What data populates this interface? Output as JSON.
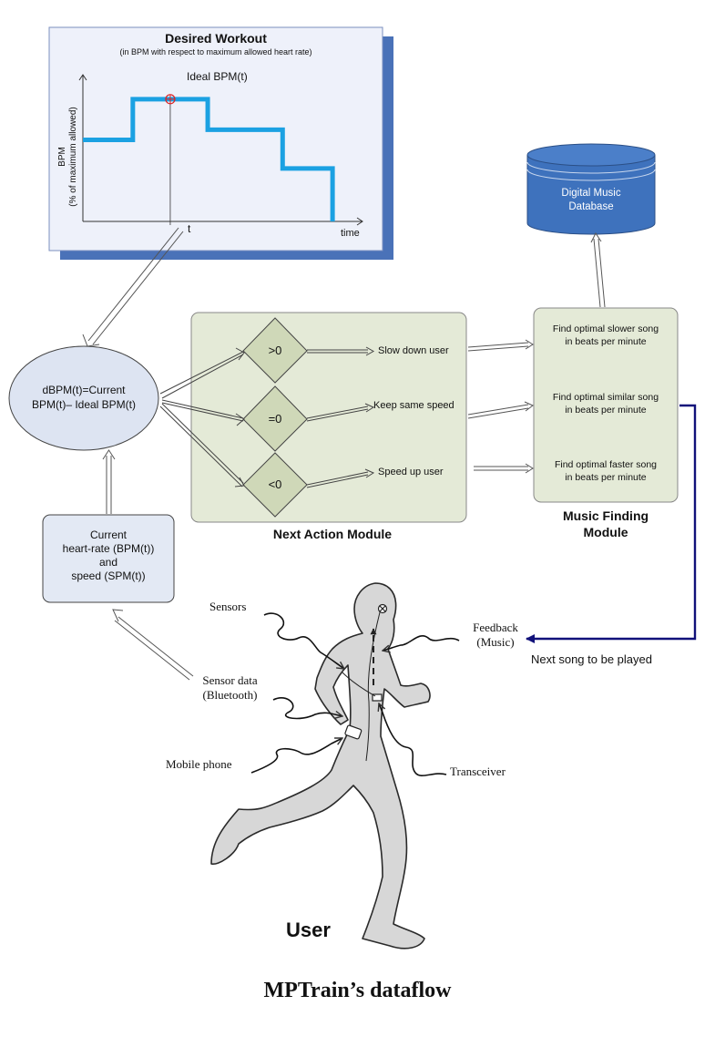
{
  "workout": {
    "title": "Desired Workout",
    "subtitle": "(in BPM with respect to maximum allowed heart rate)",
    "ylabel_line1": "BPM",
    "ylabel_line2": "(% of maximum allowed)",
    "xlabel": "time",
    "t_label": "t",
    "ideal_label": "Ideal BPM(t)"
  },
  "chart_data": {
    "type": "line",
    "title": "Desired Workout",
    "subtitle": "(in BPM with respect to maximum allowed heart rate)",
    "xlabel": "time",
    "ylabel": "BPM (% of maximum allowed)",
    "series": [
      {
        "name": "Ideal BPM(t)",
        "x": [
          0,
          1,
          1,
          2.5,
          2.5,
          4,
          4,
          5,
          5
        ],
        "y": [
          2,
          2,
          3,
          3,
          2.25,
          2.25,
          1.3,
          1.3,
          0
        ]
      }
    ],
    "xlim": [
      0,
      5.6
    ],
    "ylim": [
      0,
      3.6
    ],
    "grid": false,
    "annotations": [
      "Ideal BPM(t)",
      "t"
    ]
  },
  "dbpm": {
    "line1": "dBPM(t)=Current",
    "line2": "BPM(t)– Ideal BPM(t)"
  },
  "current": {
    "line1": "Current",
    "line2": "heart-rate (BPM(t))",
    "line3": "and",
    "line4": "speed (SPM(t))"
  },
  "next_action": {
    "title": "Next Action Module",
    "conditions": [
      ">0",
      "=0",
      "<0"
    ],
    "actions": [
      "Slow down user",
      "Keep same speed",
      "Speed up user"
    ]
  },
  "music": {
    "title_line1": "Music Finding",
    "title_line2": "Module",
    "items": [
      {
        "line1": "Find optimal slower song",
        "line2": "in beats per minute"
      },
      {
        "line1": "Find optimal similar song",
        "line2": "in beats per minute"
      },
      {
        "line1": "Find optimal faster song",
        "line2": "in beats per minute"
      }
    ]
  },
  "database": {
    "line1": "Digital Music",
    "line2": "Database"
  },
  "next_song": "Next song to be played",
  "user": {
    "label": "User",
    "sensors": "Sensors",
    "sensor_data_line1": "Sensor data",
    "sensor_data_line2": "(Bluetooth)",
    "mobile_phone": "Mobile phone",
    "transceiver": "Transceiver",
    "feedback_line1": "Feedback",
    "feedback_line2": "(Music)"
  },
  "caption": "MPTrain’s dataflow",
  "colors": {
    "line": "#1ba1e2",
    "shadow": "#4a72b8",
    "chart_bg": "#eef1fa",
    "panel_bg": "#e4ead7",
    "diamond": "#cfd8b8",
    "ellipse": "#dde4f2",
    "database": "#3e72bd",
    "feedback_arrow": "#11117a",
    "runner": "#d7d7d7"
  }
}
